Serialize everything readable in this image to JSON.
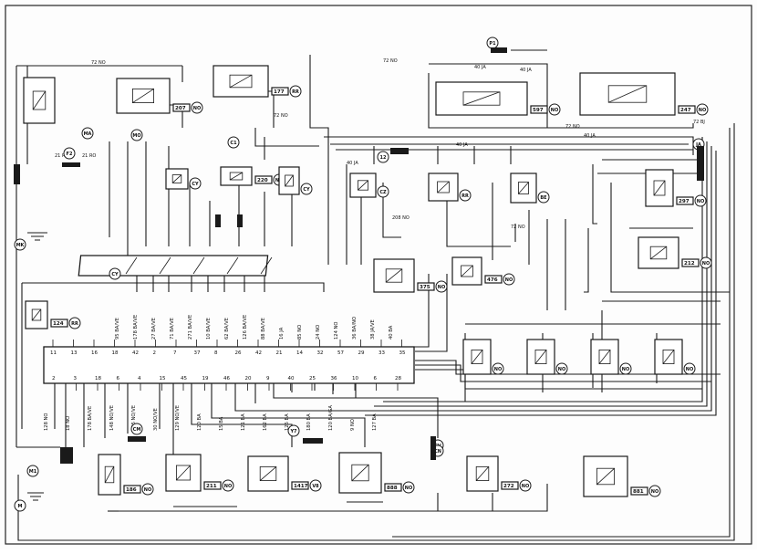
{
  "diagram": {
    "top_wires": [
      "72 NO",
      "21 RO",
      "21 RO",
      "72 NO",
      "72 NO",
      "40 JA",
      "40 JA",
      "72 BJ",
      "40 JA",
      "40 JA",
      "40 JA",
      "208 NO",
      "72 NO",
      "72 NO"
    ],
    "components": {
      "c_top_relay": {
        "code": "207",
        "label": "",
        "circle": "NO"
      },
      "c_ecu_block": {
        "code": "",
        "label": "",
        "circle": ""
      },
      "c_ign_switch": {
        "code": "177",
        "label": "",
        "circle": "RR"
      },
      "c_module_24": {
        "code": "220",
        "label": "",
        "circle": "NO"
      },
      "c_module_cy": {
        "code": "",
        "label": "",
        "circle": "CY"
      },
      "c_pressure": {
        "code": "",
        "label": "",
        "circle": "CY"
      },
      "c_temp_sensor": {
        "code": "",
        "label": "",
        "circle": "CZ"
      },
      "c_rpm": {
        "code": "",
        "label": "",
        "circle": "RR"
      },
      "c_lambda": {
        "code": "",
        "label": "",
        "circle": "BE"
      },
      "c_fusebox_tr": {
        "code": "247",
        "label": "",
        "circle": "NO"
      },
      "c_fusebox_top": {
        "code": "597",
        "label": "",
        "circle": "NO"
      },
      "c_sensor_r1": {
        "code": "297",
        "label": "",
        "circle": "NO"
      },
      "c_sensor_r2": {
        "code": "212",
        "label": "",
        "circle": "NO"
      },
      "c_sensor_r3": {
        "code": "375",
        "label": "",
        "circle": "NO"
      },
      "c_sensor_r4": {
        "code": "476",
        "label": "",
        "circle": "NO"
      },
      "c_coil_a": {
        "code": "",
        "label": "",
        "circle": "NO"
      },
      "c_coil_b": {
        "code": "",
        "label": "",
        "circle": "NO"
      },
      "c_coil_c": {
        "code": "",
        "label": "",
        "circle": "NO"
      },
      "c_coil_d": {
        "code": "",
        "label": "",
        "circle": "NO"
      },
      "c_bottom_1": {
        "code": "186",
        "label": "",
        "circle": "NO"
      },
      "c_bottom_2": {
        "code": "211",
        "label": "",
        "circle": "NO"
      },
      "c_bottom_3": {
        "code": "1417",
        "label": "",
        "circle": "V8"
      },
      "c_bottom_4": {
        "code": "888",
        "label": "",
        "circle": "NO"
      },
      "c_bottom_5": {
        "code": "272",
        "label": "",
        "circle": "NO"
      },
      "c_bottom_6": {
        "code": "881",
        "label": "",
        "circle": "NO"
      },
      "c_left_p": {
        "code": "124",
        "label": "",
        "circle": "RR"
      }
    },
    "connector_codes": [
      "M1",
      "F2",
      "MA",
      "MO",
      "C1",
      "CV",
      "CY",
      "CM",
      "CN",
      "MK",
      "M",
      "12",
      "P1",
      "JA",
      "Y7"
    ],
    "ecu_pins_top": [
      "11",
      "13",
      "16",
      "18",
      "42",
      "2",
      "7",
      "37",
      "8",
      "26",
      "42",
      "21",
      "14",
      "32",
      "57",
      "29",
      "33",
      "35"
    ],
    "ecu_pins_bottom": [
      "2",
      "3",
      "18",
      "6",
      "4",
      "15",
      "45",
      "19",
      "46",
      "20",
      "9",
      "40",
      "25",
      "36",
      "10",
      "6",
      "28"
    ],
    "wire_labels_mid": [
      "95 BA/VE",
      "178 BA/VE",
      "27 BA/VE",
      "71 BA/VE",
      "271 BA/VE",
      "10 BA/VE",
      "62 BA/VE",
      "126 BA/VE",
      "88 BA/VE",
      "16 JA",
      "85 NO",
      "24 NO",
      "124 NO",
      "36 BA/NO",
      "38 JA/VE",
      "40 BA"
    ],
    "wire_labels_bottom": [
      "128 NO",
      "18 NO",
      "178 BA/VE",
      "148 NO/VE",
      "125 NO/VE",
      "30 NO/VE",
      "129 NO/VE",
      "120 BA",
      "15 BA",
      "121 BA",
      "162 BA",
      "125 BA",
      "180 BA",
      "120 BA/GA",
      "9 NO",
      "127 BA"
    ],
    "ground_labels": [
      "MK",
      "M",
      "M1"
    ]
  }
}
